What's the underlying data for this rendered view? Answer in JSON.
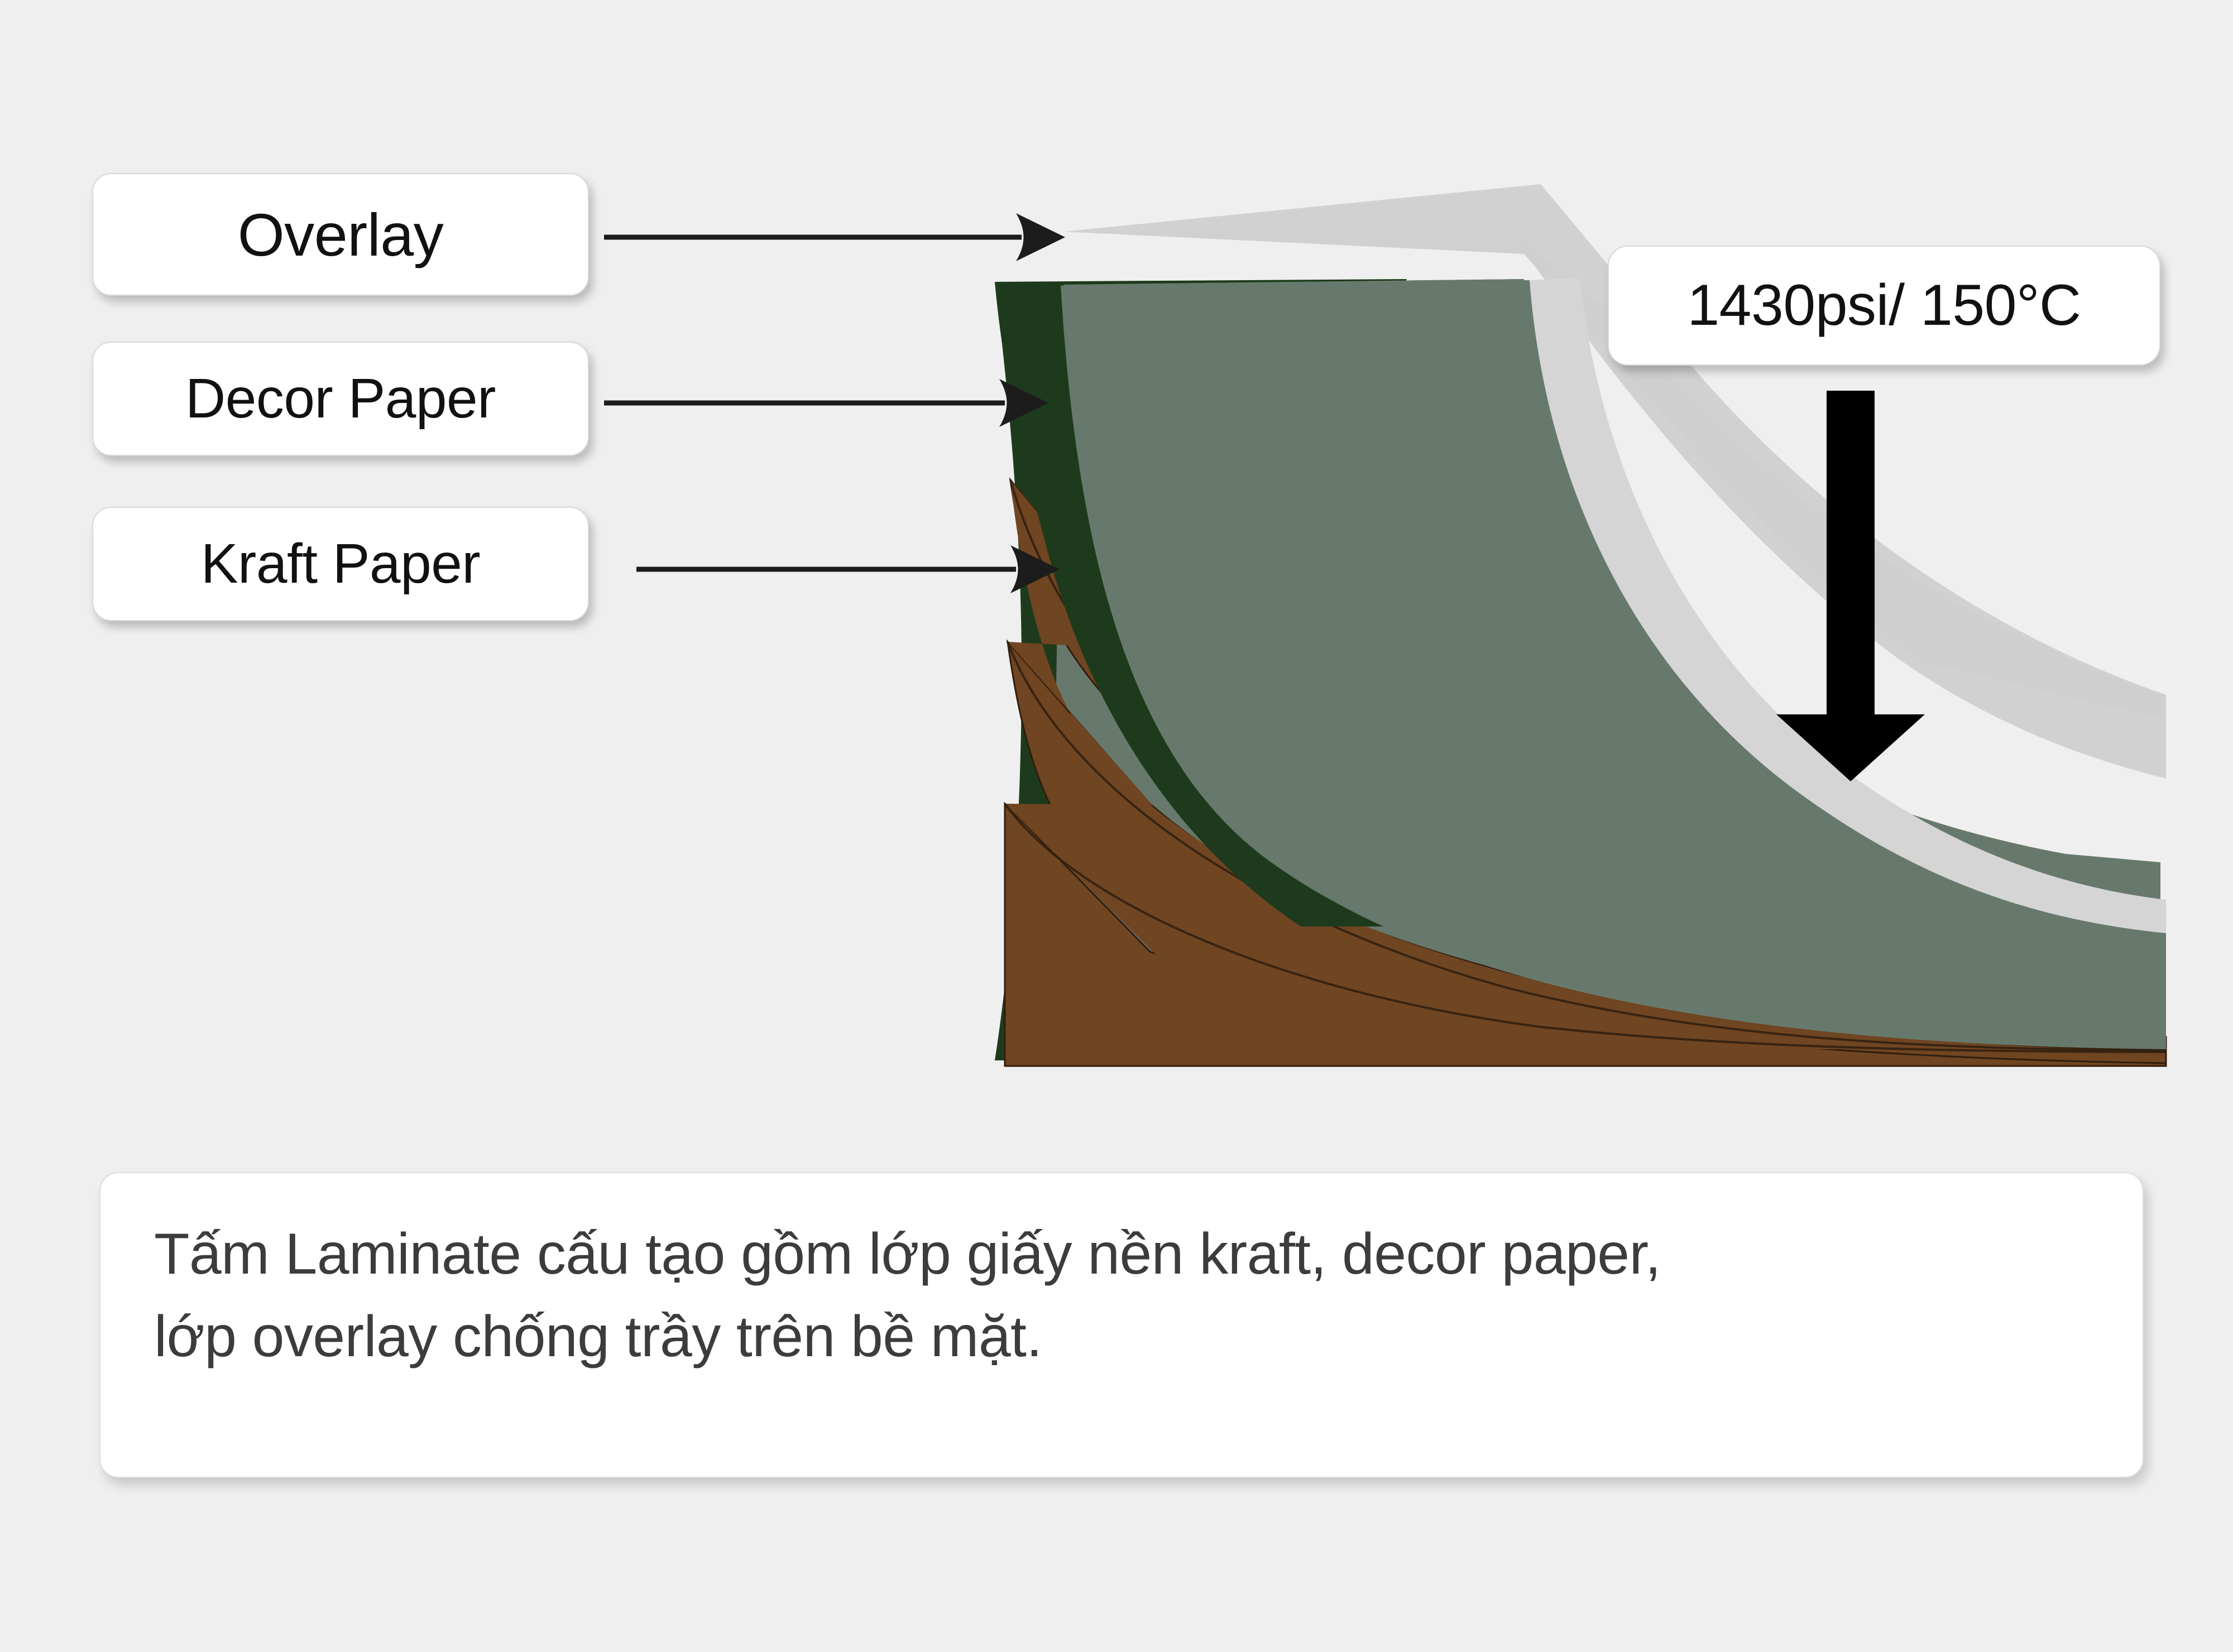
{
  "page": {
    "background_color": "#efefef",
    "title": "Laminate layer structure diagram"
  },
  "labels": {
    "overlay": "Overlay",
    "decor_paper": "Decor Paper",
    "kraft_paper": "Kraft Paper"
  },
  "badge": {
    "pressure_temperature": "1430psi/ 150°C"
  },
  "caption": {
    "text": "Tấm Laminate cấu tạo gồm lớp giấy nền kraft, decor paper,\nlớp overlay chống trầy trên bề mặt."
  },
  "icons": {
    "pointer_arrow": "arrow-right-icon",
    "press_arrow": "arrow-down-icon"
  },
  "colors": {
    "background": "#efefef",
    "overlay_sheet": "#cecece",
    "decor_sheet": "#1e3a1c",
    "top_sage_sheet": "#67796c",
    "kraft_sheet": "#6f4522",
    "kraft_edge_line": "#2f1d0e",
    "arrow": "#1c1c1c",
    "card_background": "#ffffff",
    "caption_text": "#3c3c3c",
    "label_text": "#111111"
  },
  "diagram": {
    "layer_order_top_to_bottom": [
      "Overlay",
      "Decor Paper",
      "Kraft Paper"
    ],
    "kraft_sheet_count": 4
  }
}
